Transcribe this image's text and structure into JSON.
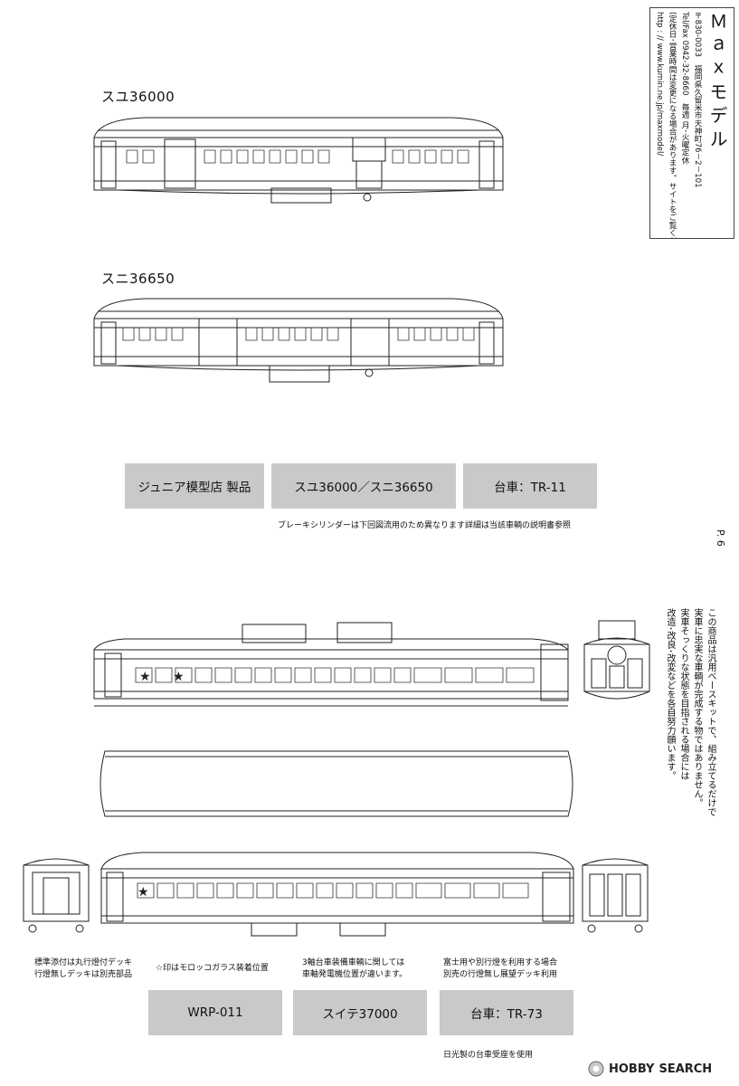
{
  "maker": {
    "name": "Ｍａｘモデル",
    "lines": [
      "〒830-0033　福岡県久留米市天神町76－2－101",
      "Tel/Fax 0942-32-8660　毎週 月･火曜定休",
      "(定休日･営業時間は変更になる場合があります。サイトをご覧ください)",
      "http : // www.kumin.ne.jp/maxmodel/"
    ]
  },
  "top_models": {
    "model1": "スユ36000",
    "model2": "スニ36650"
  },
  "top_boxes": [
    "ジュニア模型店 製品",
    "スユ36000／スニ36650",
    "台車：TR-11"
  ],
  "top_notes": {
    "brake": "ブレーキシリンダーは下回図流用のため異なります",
    "detail": "詳細は当該車輌の説明書参照"
  },
  "page_number": "P. 6",
  "disclaimer": [
    "この商品は汎用ベースキットで、組み立てるだけで",
    "実車に忠実な車輌が完成する物ではありません。",
    "実車そっくりな状態を目指される場合には",
    "改造･改良･改変などを各自努力願います。"
  ],
  "bottom_notes": {
    "note1_line1": "標準添付は丸行燈付デッキ",
    "note1_line2": "行燈無しデッキは別売部品",
    "note2": "☆印はモロッコガラス装着位置",
    "note3_line1": "3軸台車装備車輌に関しては",
    "note3_line2": "車軸発電機位置が違います。",
    "note4_line1": "富士用や別行燈を利用する場合",
    "note4_line2": "別売の行燈無し展望デッキ利用",
    "bogie_note": "日光製の台車受座を使用"
  },
  "bottom_boxes": [
    "WRP-011",
    "スイテ37000",
    "台車：TR-73"
  ],
  "watermark": {
    "brand1": "HOBBY",
    "brand2": "SEARCH"
  }
}
